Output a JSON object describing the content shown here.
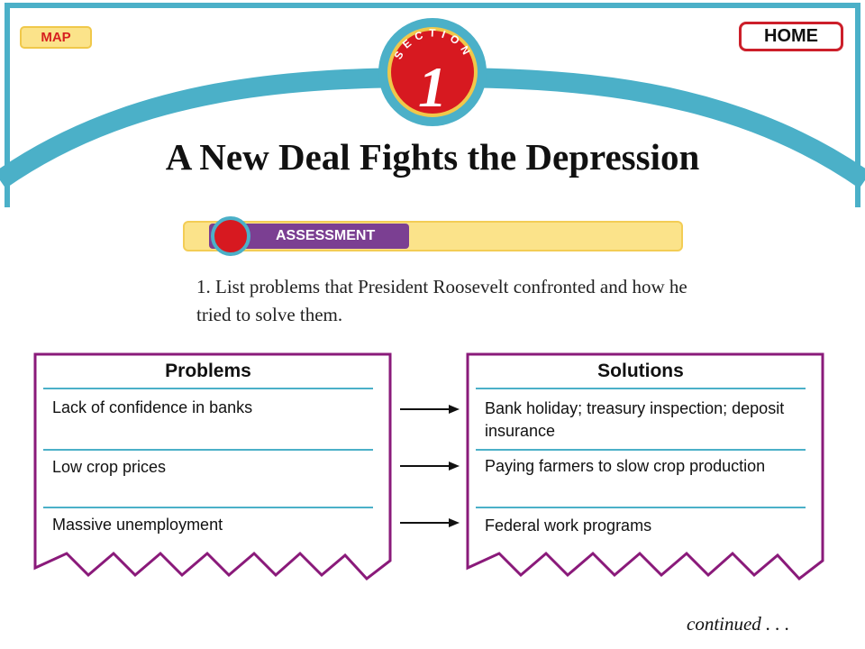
{
  "nav": {
    "map_label": "MAP",
    "home_label": "HOME"
  },
  "badge": {
    "section_label": "SECTION",
    "number": "1"
  },
  "title": "A New Deal Fights the Depression",
  "assessment": {
    "label": "ASSESSMENT"
  },
  "question": "1. List problems that President Roosevelt confronted and how he tried to solve them.",
  "problems": {
    "header": "Problems",
    "items": [
      "Lack of confidence in banks",
      "Low crop prices",
      "Massive unemployment"
    ]
  },
  "solutions": {
    "header": "Solutions",
    "items": [
      "Bank holiday; treasury inspection; deposit insurance",
      "Paying farmers to slow crop production",
      "Federal work programs"
    ]
  },
  "footer": {
    "continued": "continued . . ."
  },
  "colors": {
    "teal": "#4bb0c8",
    "purple": "#7b3f92",
    "red": "#d71920",
    "yellow": "#fbe38a",
    "magenta_border": "#8a1a7a"
  }
}
